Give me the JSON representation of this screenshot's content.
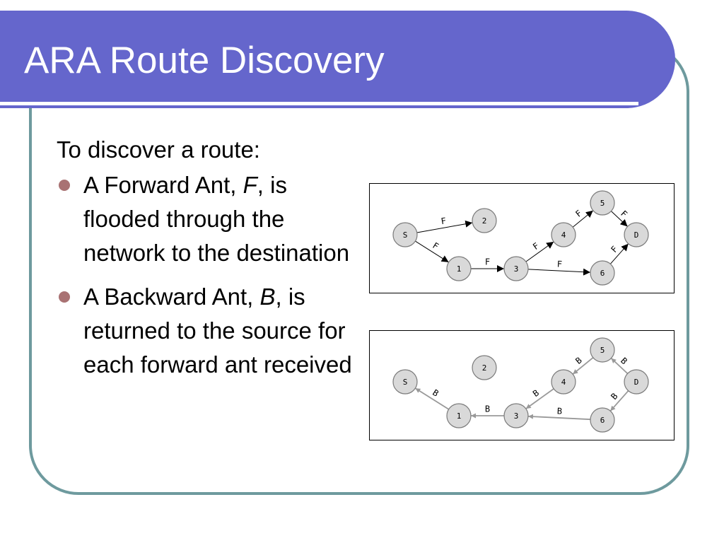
{
  "title": "ARA Route Discovery",
  "intro": "To discover a route:",
  "bullets": [
    {
      "text_before": "A Forward Ant, ",
      "italic": "F",
      "text_after": ", is flooded through the network to the destination"
    },
    {
      "text_before": "A Backward Ant, ",
      "italic": "B",
      "text_after": ", is returned to the source for each forward ant received"
    }
  ],
  "colors": {
    "title_bar": "#6566cc",
    "frame_border": "#6e9a9e",
    "bullet": "#a97273",
    "node_fill": "#d9d9d9",
    "forward_edge": "#000000",
    "backward_edge": "#999999"
  },
  "diagrams": [
    {
      "id": "forward",
      "nodes": [
        "S",
        "2",
        "1",
        "3",
        "4",
        "5",
        "6",
        "D"
      ],
      "edges": [
        {
          "from": "S",
          "to": "2",
          "label": "F"
        },
        {
          "from": "S",
          "to": "1",
          "label": "F"
        },
        {
          "from": "1",
          "to": "3",
          "label": "F"
        },
        {
          "from": "3",
          "to": "4",
          "label": "F"
        },
        {
          "from": "3",
          "to": "6",
          "label": "F"
        },
        {
          "from": "4",
          "to": "5",
          "label": "F"
        },
        {
          "from": "5",
          "to": "D",
          "label": "F"
        },
        {
          "from": "6",
          "to": "D",
          "label": "F"
        }
      ]
    },
    {
      "id": "backward",
      "nodes": [
        "S",
        "2",
        "1",
        "3",
        "4",
        "5",
        "6",
        "D"
      ],
      "edges": [
        {
          "from": "1",
          "to": "S",
          "label": "B"
        },
        {
          "from": "3",
          "to": "1",
          "label": "B"
        },
        {
          "from": "4",
          "to": "3",
          "label": "B"
        },
        {
          "from": "6",
          "to": "3",
          "label": "B"
        },
        {
          "from": "5",
          "to": "4",
          "label": "B"
        },
        {
          "from": "D",
          "to": "5",
          "label": "B"
        },
        {
          "from": "D",
          "to": "6",
          "label": "B"
        }
      ]
    }
  ]
}
